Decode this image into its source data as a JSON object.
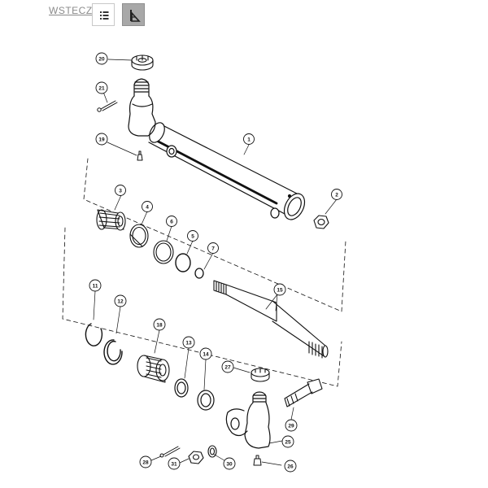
{
  "toolbar": {
    "back_label": "WSTECZ",
    "list_view_icon": "list-icon",
    "diagram_view_icon": "diagram-icon"
  },
  "callouts": {
    "c1": "1",
    "c2": "2",
    "c3": "3",
    "c4": "4",
    "c5": "5",
    "c6": "6",
    "c7": "7",
    "c11": "11",
    "c12": "12",
    "c13": "13",
    "c14": "14",
    "c15": "15",
    "c18": "18",
    "c19": "19",
    "c20": "20",
    "c21": "21",
    "c25": "25",
    "c26": "26",
    "c27": "27",
    "c28": "28",
    "c29": "29",
    "c30": "30",
    "c31": "31"
  }
}
